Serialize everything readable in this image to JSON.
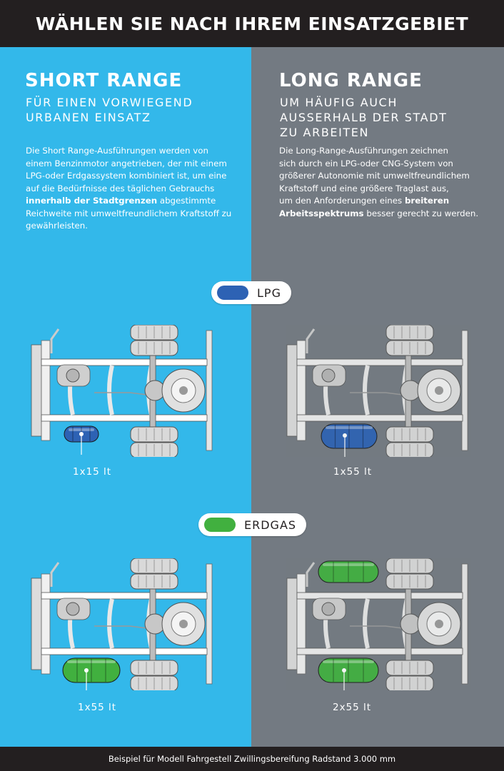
{
  "header": {
    "title": "WÄHLEN SIE NACH IHREM EINSATZGEBIET"
  },
  "colors": {
    "short_bg": "#33b8ea",
    "long_bg": "#737a82",
    "lpg": "#2d62b4",
    "erdgas": "#41b03f",
    "dark": "#231f20"
  },
  "short_range": {
    "title": "SHORT RANGE",
    "subtitle_lines": [
      "FÜR EINEN VORWIEGEND",
      "URBANEN EINSATZ"
    ],
    "body_lines": [
      "Die Short Range-Ausführungen werden von",
      "einem Benzinmotor angetrieben, der mit einem",
      "LPG-oder Erdgassystem kombiniert ist, um eine",
      "auf die Bedürfnisse des täglichen Gebrauchs"
    ],
    "body_bold": "innerhalb der Stadtgrenzen",
    "body_after_bold": " abgestimmte",
    "body_tail_lines": [
      "Reichweite mit umweltfreundlichem Kraftstoff zu",
      "gewährleisten."
    ]
  },
  "long_range": {
    "title": "LONG RANGE",
    "subtitle_lines": [
      "UM HÄUFIG AUCH",
      "AUSSERHALB DER STADT",
      "ZU ARBEITEN"
    ],
    "body_lines": [
      "Die Long-Range-Ausführungen zeichnen",
      "sich durch ein LPG-oder CNG-System von",
      "größerer Autonomie mit umweltfreundlichem",
      "Kraftstoff und eine größere Traglast aus,"
    ],
    "body_pre_bold": "um den Anforderungen eines ",
    "body_bold_1": "breiteren",
    "body_bold_2": "Arbeitsspektrums",
    "body_after_bold": " besser gerecht zu werden."
  },
  "fuel_types": {
    "lpg": {
      "label": "LPG",
      "short_caption": "1x15 lt",
      "long_caption": "1x55 lt"
    },
    "erdgas": {
      "label": "ERDGAS",
      "short_caption": "1x55 lt",
      "long_caption": "2x55 lt"
    }
  },
  "footer": {
    "text": "Beispiel für Modell Fahrgestell Zwillingsbereifung Radstand 3.000 mm"
  },
  "icons": [
    "chassis-illustration",
    "gas-tank-icon"
  ]
}
